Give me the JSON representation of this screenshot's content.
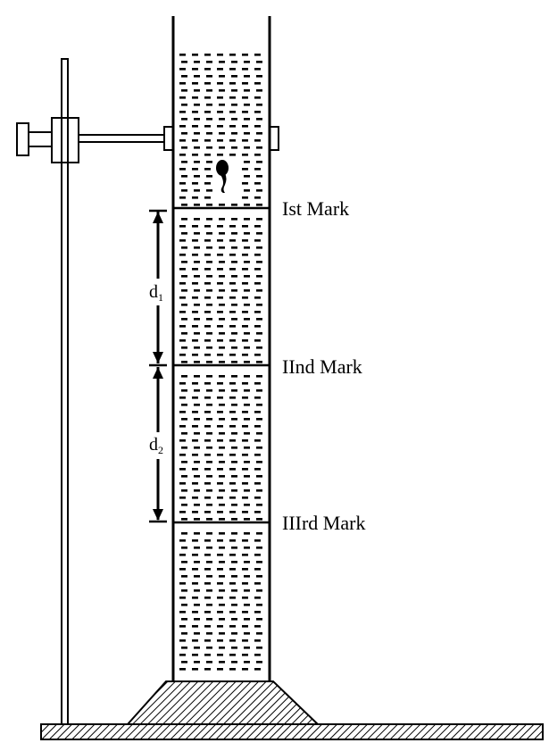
{
  "colors": {
    "ink": "#000000",
    "background": "#ffffff"
  },
  "marks": [
    {
      "label": "Ist Mark"
    },
    {
      "label": "IInd Mark"
    },
    {
      "label": "IIIrd Mark"
    }
  ],
  "distances": [
    {
      "symbol": "d",
      "subscript": "1"
    },
    {
      "symbol": "d",
      "subscript": "2"
    }
  ]
}
